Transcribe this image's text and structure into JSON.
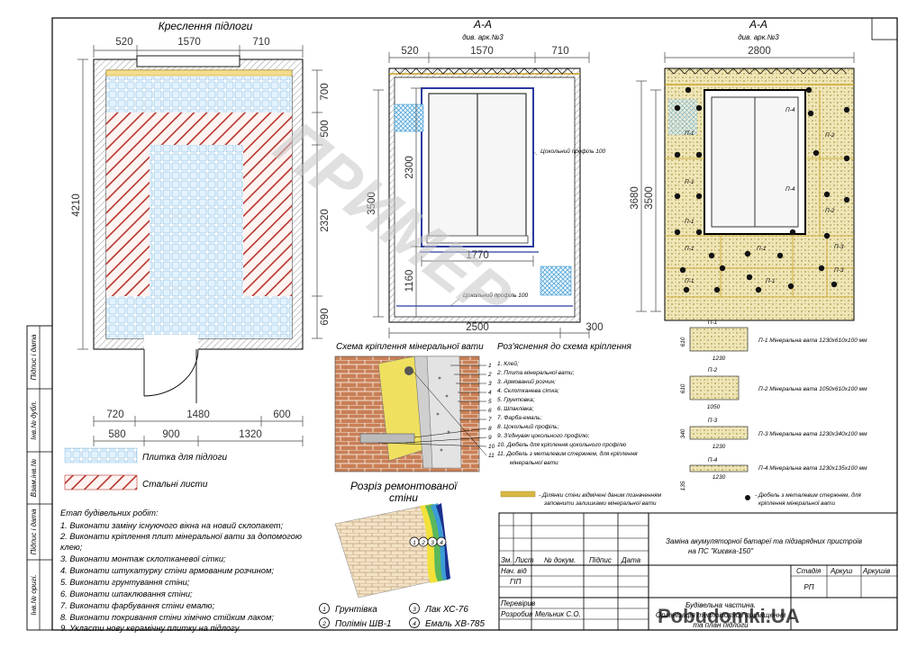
{
  "floor_plan": {
    "title": "Креслення підлоги",
    "top_dims": [
      "520",
      "1570",
      "710"
    ],
    "left_dim": "4210",
    "right_dims": [
      "700",
      "500",
      "2320",
      "690"
    ],
    "bottom_dims_row1": [
      "720",
      "1480",
      "600"
    ],
    "bottom_dims_row2": [
      "580",
      "900",
      "1320"
    ]
  },
  "section_a": {
    "title": "А-А",
    "subtitle": "див. арк.№3",
    "top_dims": [
      "520",
      "1570",
      "710"
    ],
    "left_dims": [
      "3500",
      "2300",
      "1160"
    ],
    "window_width": "1770",
    "bottom_dims": [
      "2500",
      "300"
    ],
    "profile_label_1": "Цокольний профіль 100",
    "profile_label_2": "Цокольний профіль 100"
  },
  "section_b": {
    "title": "А-А",
    "subtitle": "див. арк.№3",
    "top_dim": "2800",
    "left_dims": [
      "3680",
      "3500"
    ],
    "panel_labels": [
      "П-4",
      "П-2",
      "П-1",
      "П-4",
      "П-2",
      "П-1",
      "П-1",
      "П-1",
      "П-1",
      "П-1",
      "П-1",
      "П-3",
      "П-3"
    ]
  },
  "legend": {
    "tile_label": "Плитка для підлоги",
    "steel_label": "Стальні листи"
  },
  "mount_scheme": {
    "title": "Схема кріплення мінеральної вати",
    "explain_title": "Роз'яснення до схема кріплення",
    "numbers": [
      "1",
      "2",
      "3",
      "4",
      "5",
      "6",
      "7",
      "8",
      "9",
      "10",
      "11"
    ],
    "explanations": [
      "1. Клей;",
      "2. Плита мінеральної вати;",
      "3. Армований розчин;",
      "4. Склотканева сітка;",
      "5. Грунтовка;",
      "6. Шпаклівка;",
      "7. Фарба-емаль;",
      "8. Цокольний профіль;",
      "9. З'єднувач цокольного профілю;",
      "10. Дюбель для кріплення цокольного профілю",
      "11. Дюбель з металевим стержнем, для кріплення",
      "мінеральної вати"
    ]
  },
  "panels": [
    {
      "code": "П-1",
      "w": "1230",
      "h": "610",
      "desc": "П-1 Мінеральна вата 1230х610х100 мм"
    },
    {
      "code": "П-2",
      "w": "1050",
      "h": "610",
      "desc": "П-2 Мінеральна вата 1050х610х100 мм"
    },
    {
      "code": "П-3",
      "w": "1230",
      "h": "340",
      "desc": "П-3 Мінеральна вата 1230х340х100 мм"
    },
    {
      "code": "П-4",
      "w": "1230",
      "h": "135",
      "desc": "П-4 Мінеральна вата 1230х135х100 мм"
    }
  ],
  "notes": {
    "fill_note": "- Ділянки стіни відмічені даним позначенням заповнити залишками мінеральної вати",
    "fill_note_l1": "- Ділянки стіни відмічені даним позначенням",
    "fill_note_l2": "заповнити залишками мінеральної вати",
    "dowel_note_l1": "- Дюбель з металевим стержнем, для",
    "dowel_note_l2": "кріплення мінеральної вати"
  },
  "wall_section": {
    "title_l1": "Розріз ремонтованої",
    "title_l2": "стіни",
    "layer_numbers": [
      "1",
      "2",
      "3",
      "4"
    ],
    "layers": [
      {
        "num": "1",
        "label": "Грунтівка"
      },
      {
        "num": "2",
        "label": "Полімін ШВ-1"
      },
      {
        "num": "3",
        "label": "Лак ХС-76"
      },
      {
        "num": "4",
        "label": "Емаль ХВ-785"
      }
    ]
  },
  "stages": {
    "title": "Етап будівельних робіт:",
    "items": [
      "1. Виконати заміну існуючого вікна на новий склопакет;",
      "2. Виконати кріплення плит мінеральної вати за допомогою",
      "клею;",
      "3. Виконати монтаж склотканевої сітки;",
      "4. Виконати штукатурку стіни армованим розчином;",
      "5. Виконати грунтування стіни;",
      "6. Виконати шпаклювання стіни;",
      "7. Виконати фарбування стіни емалю;",
      "8. Виконати покривання стіни хімічно стійким лаком;",
      "9. Укласти нову керамічну плитку на підлогу"
    ]
  },
  "side_stamps": [
    "Підпис і дата",
    "Інв.№ дубл.",
    "Взам.інв.№",
    "Підпис і дата",
    "Інв.№ оригі."
  ],
  "title_block": {
    "col_headers": [
      "Зм.",
      "Лист",
      "№ докум.",
      "Підпис",
      "Дата"
    ],
    "roles": [
      "Нач. від",
      "ГІП",
      "Перевірив",
      "Розробив"
    ],
    "developer": "Мельник С.О.",
    "project_l1": "Заміна акумуляторної батареї та пiдзарядних пристроїв",
    "project_l2": "на ПС \"Києвка-150\"",
    "stage_label": "Стадія",
    "sheet_label": "Аркуш",
    "sheets_label": "Аркушів",
    "stage_value": "РП",
    "part_l1": "Будівельна частина.",
    "part_l2": "Організація теплоізоляції приміщення",
    "part_l3": "та план підлоги"
  },
  "stamp": {
    "text": "ПРИМЕР",
    "logo_text": "Pobudomki.UA"
  },
  "colors": {
    "tile": "#d6ecff",
    "tile_border": "#9cc8e6",
    "hatch_red": "#b7352d",
    "insulation": "#ddd3a0",
    "dowel": "#111111",
    "window": "#2a3aa0",
    "mesh": "#6fb8e0",
    "gold": "#c8a020"
  }
}
